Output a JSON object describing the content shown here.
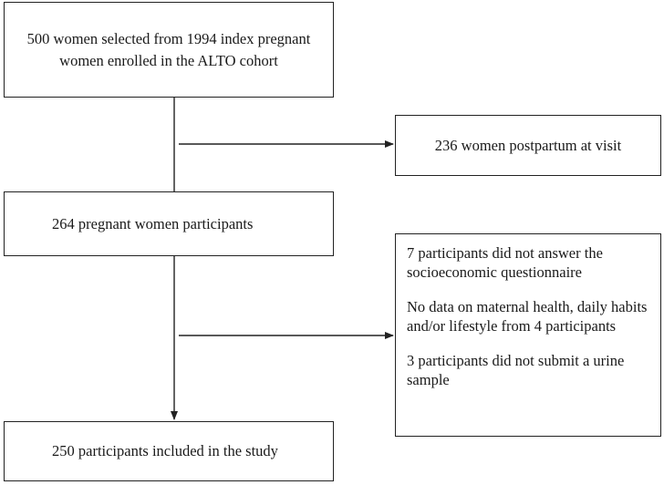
{
  "boxes": {
    "source": "500 women selected from 1994 index pregnant women enrolled in the ALTO cohort",
    "postpartum": "236 women postpartum at visit",
    "pregnant": "264 pregnant women participants",
    "exclusions": [
      "7 participants did not answer the socioeconomic questionnaire",
      "No data on maternal health, daily habits and/or lifestyle from 4 participants",
      "3 participants did not submit a urine sample"
    ],
    "included": "250 participants included in the study"
  }
}
